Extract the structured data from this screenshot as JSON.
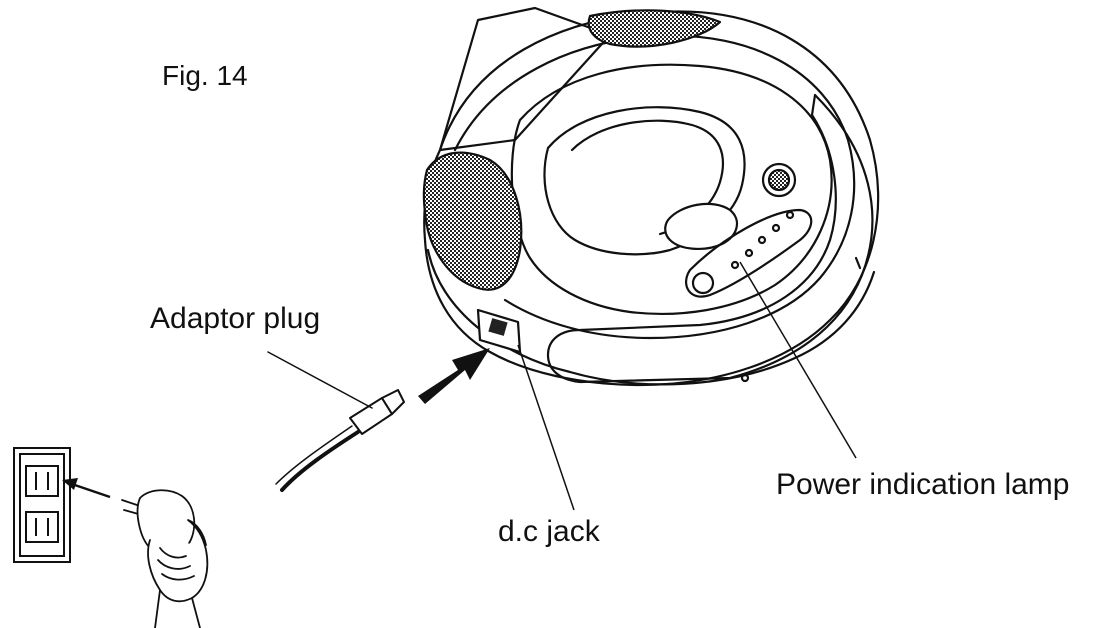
{
  "figure": {
    "title": "Fig. 14"
  },
  "callouts": {
    "adaptor_plug": "Adaptor plug",
    "power_indication_lamp": "Power indication lamp",
    "dc_jack": "d.c jack"
  },
  "colors": {
    "ink": "#111111",
    "grille": "#2b2b2b",
    "background": "#ffffff"
  },
  "icons": [
    "wall-outlet-icon",
    "hand-icon",
    "arrow-icon"
  ]
}
